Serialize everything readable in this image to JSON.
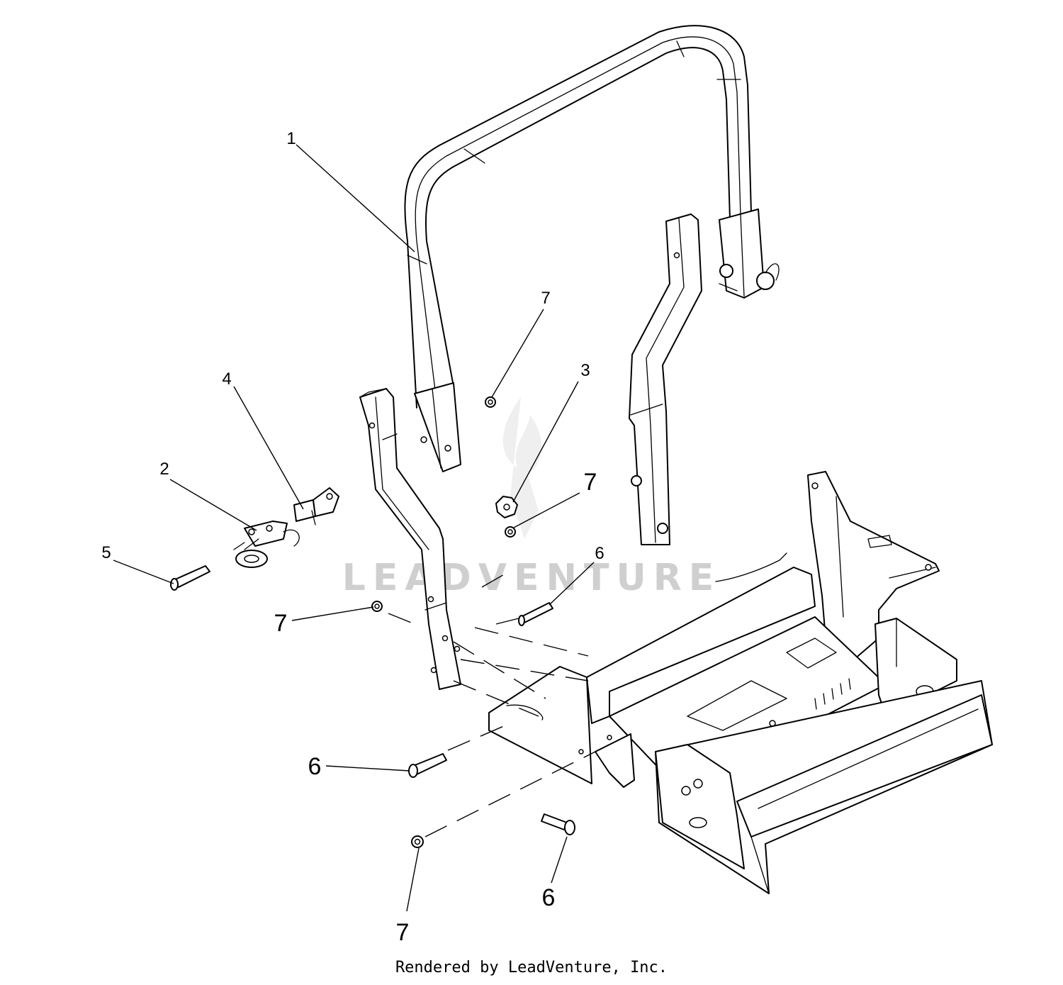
{
  "watermark": {
    "text": "LEADVENTURE",
    "color": "#cfcfcf"
  },
  "credit": "Rendered by LeadVenture, Inc.",
  "callouts": [
    {
      "id": "1",
      "label": "1"
    },
    {
      "id": "2",
      "label": "2"
    },
    {
      "id": "3",
      "label": "3"
    },
    {
      "id": "4",
      "label": "4"
    },
    {
      "id": "5",
      "label": "5"
    },
    {
      "id": "6a",
      "label": "6"
    },
    {
      "id": "6b",
      "label": "6"
    },
    {
      "id": "6c",
      "label": "6"
    },
    {
      "id": "7a",
      "label": "7"
    },
    {
      "id": "7b",
      "label": "7"
    },
    {
      "id": "7c",
      "label": "7"
    },
    {
      "id": "7d",
      "label": "7"
    }
  ]
}
